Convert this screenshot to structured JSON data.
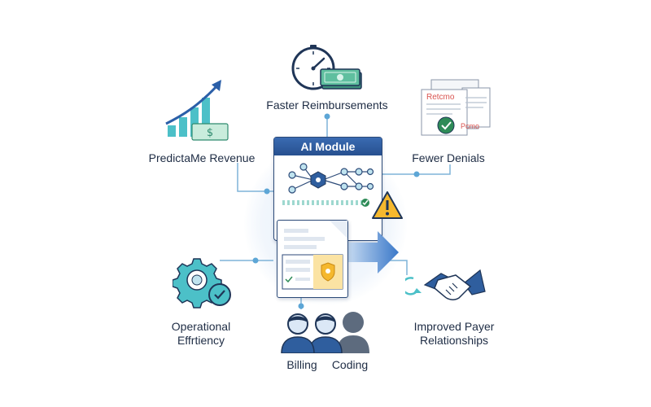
{
  "diagram": {
    "center_title": "AI Module",
    "nodes": {
      "faster_reimbursements": "Faster Reimbursements",
      "predictable_revenue": "PredictaMe Revenue",
      "fewer_denials": "Fewer Denials",
      "operational_efficiency_line1": "Operational",
      "operational_efficiency_line2": "Effrtiency",
      "improved_payer_line1": "Improved Payer",
      "improved_payer_line2": "Relationships",
      "billing": "Billing",
      "coding": "Coding"
    },
    "doc_labels": {
      "paper_top": "Retcmo",
      "paper_bottom": "Pcmo"
    },
    "colors": {
      "navy": "#2c4a78",
      "blue": "#3a6bb2",
      "teal": "#4cc0c8",
      "connector": "#7fb3d8",
      "warning": "#f5b82e",
      "green": "#2e8b57"
    },
    "icons": [
      "clock-icon",
      "cash-icon",
      "growth-chart-icon",
      "documents-icon",
      "gear-icon",
      "handshake-icon",
      "people-icon",
      "warning-icon",
      "checkmark-icon",
      "arrow-right-icon"
    ]
  }
}
